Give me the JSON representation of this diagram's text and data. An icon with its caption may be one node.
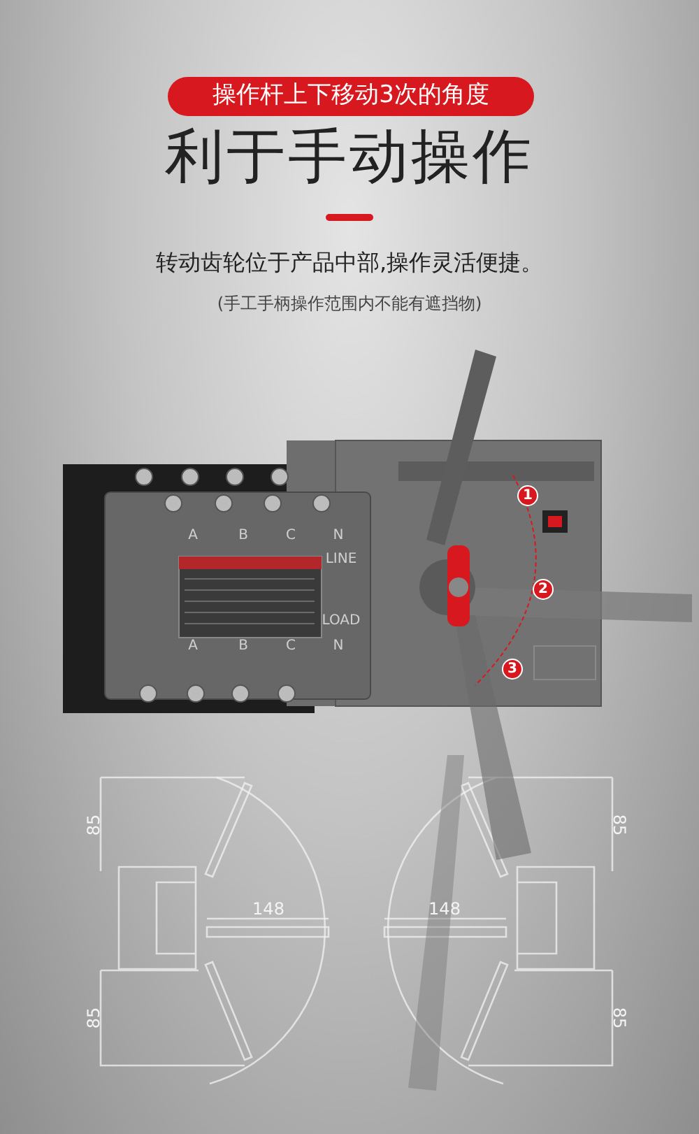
{
  "diagram": {
    "title": "利于手动操作",
    "nodes": [
      {
        "text": [
          "操作杆上下移动3次的角度"
        ]
      },
      {
        "text": [
          "1"
        ]
      },
      {
        "text": [
          "2"
        ]
      },
      {
        "text": [
          "3"
        ]
      }
    ],
    "labels": [
      "转动齿轮位于产品中部,操作灵活便捷。",
      "(手工手柄操作范围内不能有遮挡物)",
      "A",
      "B",
      "C",
      "N",
      "LINE",
      "LOAD",
      "A",
      "B",
      "C",
      "N",
      "85",
      "85",
      "148",
      "148",
      "85",
      "85"
    ]
  }
}
